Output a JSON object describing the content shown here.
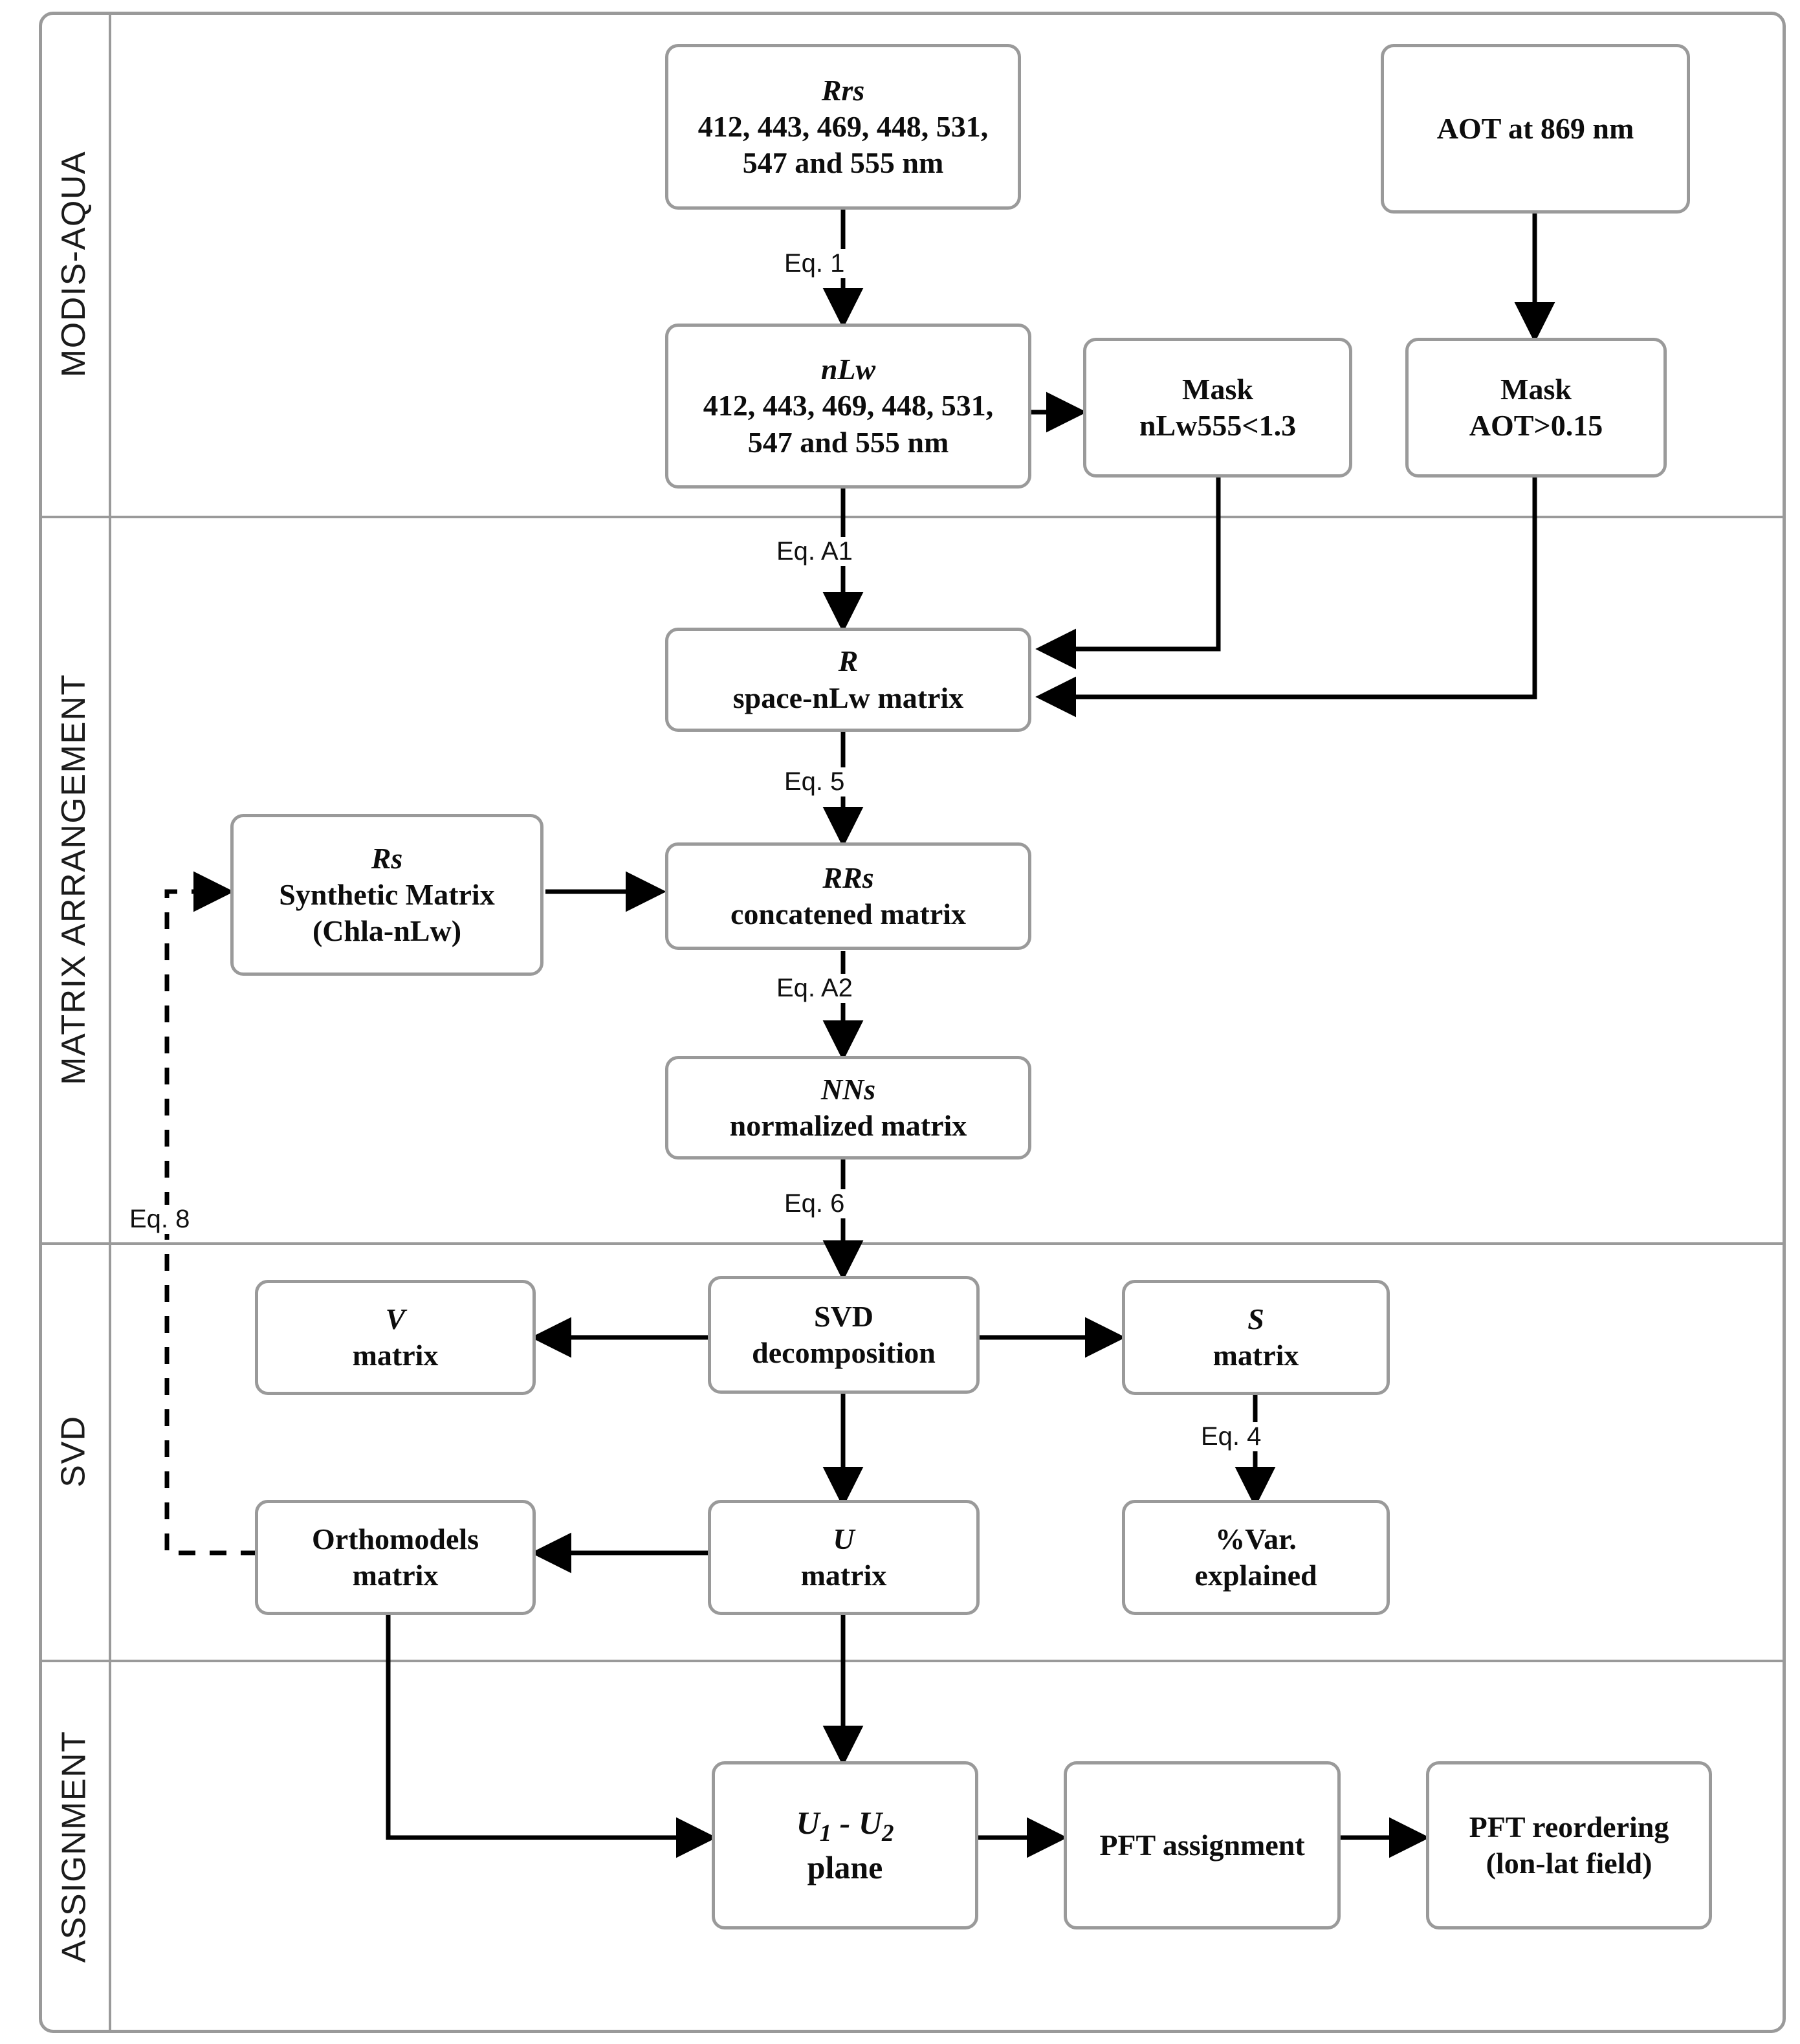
{
  "figure": {
    "type": "flowchart",
    "lanes": [
      {
        "id": "modis",
        "label": "MODIS-AQUA"
      },
      {
        "id": "matrix",
        "label": "MATRIX ARRANGEMENT"
      },
      {
        "id": "svd",
        "label": "SVD"
      },
      {
        "id": "assignment",
        "label": "ASSIGNMENT"
      }
    ],
    "nodes": [
      {
        "id": "rrs",
        "lane": "modis",
        "line1": "Rrs",
        "line2": "412, 443, 469, 448, 531,",
        "line3": "547 and 555 nm"
      },
      {
        "id": "aot",
        "lane": "modis",
        "line1": "AOT at 869 nm",
        "line2": "",
        "line3": ""
      },
      {
        "id": "nlw",
        "lane": "modis",
        "line1": "nLw",
        "line2": "412, 443, 469, 448, 531,",
        "line3": "547 and 555 nm"
      },
      {
        "id": "mask_nlw",
        "lane": "modis",
        "line1": "Mask",
        "line2": "nLw555<1.3",
        "line3": ""
      },
      {
        "id": "mask_aot",
        "lane": "modis",
        "line1": "Mask",
        "line2": "AOT>0.15",
        "line3": ""
      },
      {
        "id": "r",
        "lane": "matrix",
        "line1": "R",
        "line2": "space-nLw matrix",
        "line3": ""
      },
      {
        "id": "rs",
        "lane": "matrix",
        "line1": "Rs",
        "line2": "Synthetic Matrix",
        "line3": "(Chla-nLw)"
      },
      {
        "id": "rrs_concat",
        "lane": "matrix",
        "line1": "RRs",
        "line2": "concatened matrix",
        "line3": ""
      },
      {
        "id": "nns",
        "lane": "matrix",
        "line1": "NNs",
        "line2": "normalized matrix",
        "line3": ""
      },
      {
        "id": "svd",
        "lane": "svd",
        "line1": "SVD",
        "line2": "decomposition",
        "line3": ""
      },
      {
        "id": "v",
        "lane": "svd",
        "line1": "V",
        "line2": "matrix",
        "line3": ""
      },
      {
        "id": "s",
        "lane": "svd",
        "line1": "S",
        "line2": "matrix",
        "line3": ""
      },
      {
        "id": "ortho",
        "lane": "svd",
        "line1": "Orthomodels",
        "line2": "matrix",
        "line3": ""
      },
      {
        "id": "u",
        "lane": "svd",
        "line1": "U",
        "line2": "matrix",
        "line3": ""
      },
      {
        "id": "var",
        "lane": "svd",
        "line1": "%Var.",
        "line2": "explained",
        "line3": ""
      },
      {
        "id": "plane",
        "lane": "assignment",
        "line1": "U1 - U2",
        "line2": "plane",
        "line3": ""
      },
      {
        "id": "pft_assign",
        "lane": "assignment",
        "line1": "PFT assignment",
        "line2": "",
        "line3": ""
      },
      {
        "id": "pft_reorder",
        "lane": "assignment",
        "line1": "PFT reordering",
        "line2": "(lon-lat field)",
        "line3": ""
      }
    ],
    "edge_labels": [
      {
        "id": "eq1",
        "text": "Eq. 1"
      },
      {
        "id": "eqA1",
        "text": "Eq. A1"
      },
      {
        "id": "eq5",
        "text": "Eq. 5"
      },
      {
        "id": "eqA2",
        "text": "Eq. A2"
      },
      {
        "id": "eq6",
        "text": "Eq. 6"
      },
      {
        "id": "eq4",
        "text": "Eq. 4"
      },
      {
        "id": "eq8",
        "text": "Eq. 8"
      }
    ],
    "plane_label": {
      "u": "U",
      "sub1": "1",
      "dash": " - ",
      "sub2": "2",
      "second": "plane"
    },
    "colors": {
      "border": "#9a9a9a",
      "text": "#0d0d0d",
      "arrow": "#000000",
      "background": "#ffffff"
    }
  }
}
